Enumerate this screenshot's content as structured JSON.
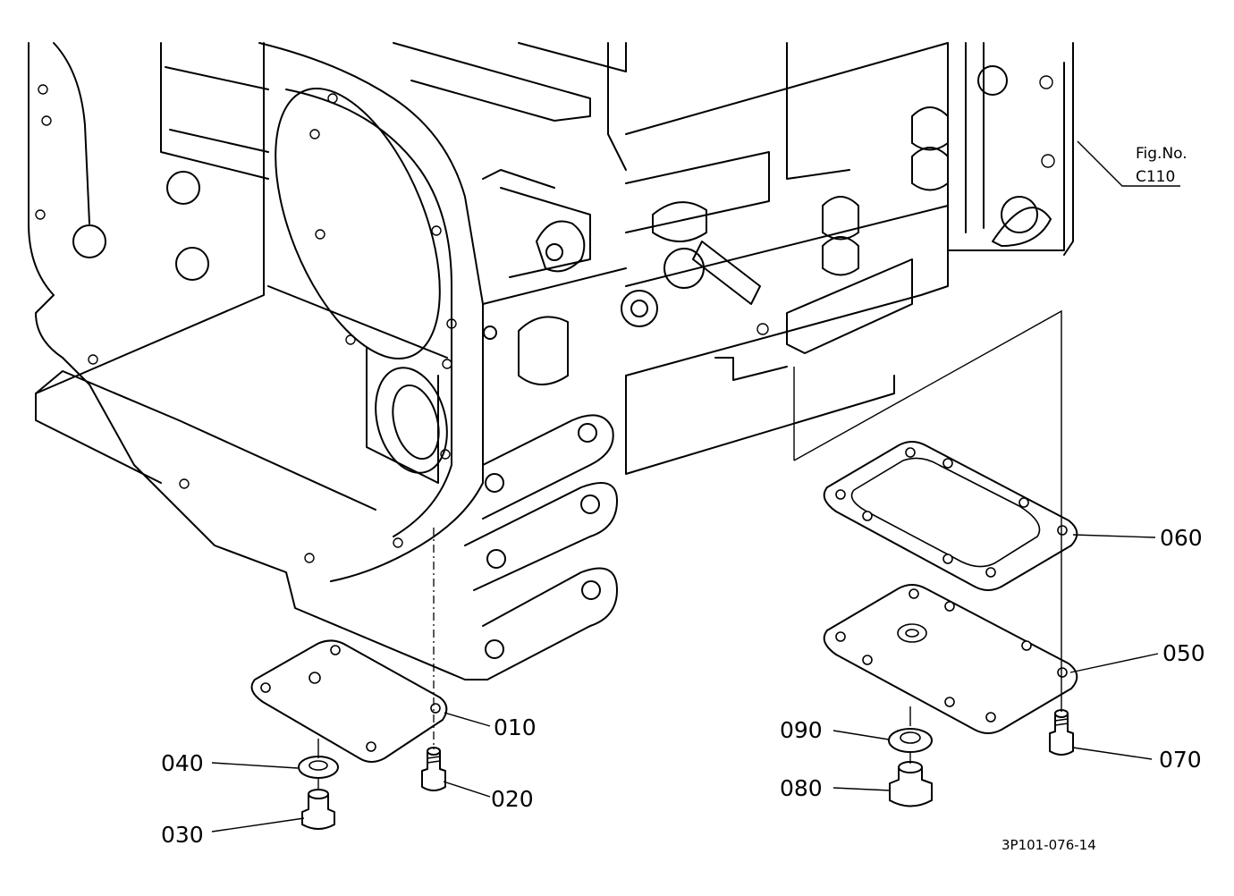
{
  "figure_reference": {
    "line1": "Fig.No.",
    "line2": "C110"
  },
  "drawing_code": "3P101-076-14",
  "callouts": [
    {
      "id": "010",
      "label": "010"
    },
    {
      "id": "020",
      "label": "020"
    },
    {
      "id": "030",
      "label": "030"
    },
    {
      "id": "040",
      "label": "040"
    },
    {
      "id": "050",
      "label": "050"
    },
    {
      "id": "060",
      "label": "060"
    },
    {
      "id": "070",
      "label": "070"
    },
    {
      "id": "080",
      "label": "080"
    },
    {
      "id": "090",
      "label": "090"
    }
  ]
}
